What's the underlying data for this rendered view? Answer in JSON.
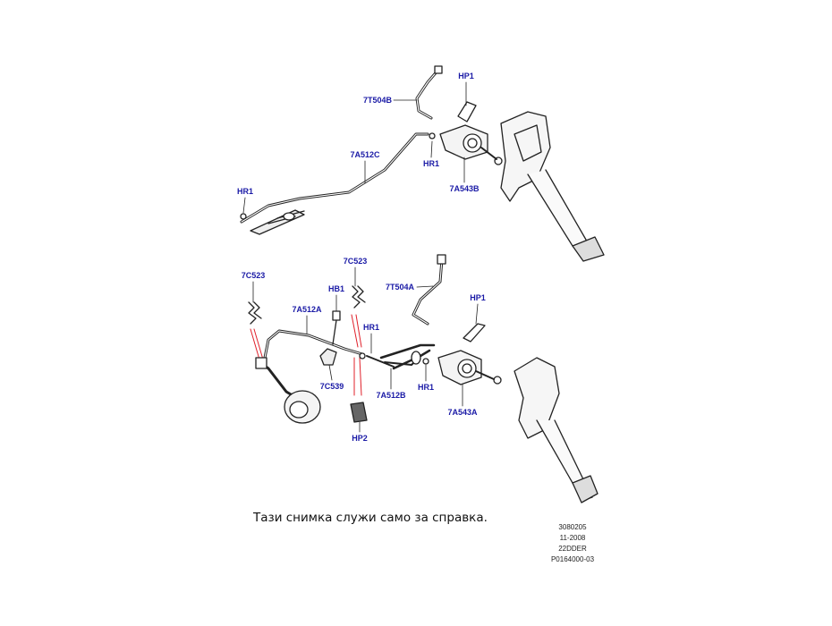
{
  "diagram": {
    "upper_assembly": {
      "callouts": [
        "7T504B",
        "HP1",
        "7A512C",
        "HR1",
        "HR1",
        "7A543B"
      ]
    },
    "lower_assembly": {
      "callouts": [
        "7C523",
        "7C523",
        "HB1",
        "7A512A",
        "7T504A",
        "HP1",
        "HR1",
        "7C539",
        "7A512B",
        "HR1",
        "7A543A",
        "HP2"
      ]
    },
    "colors": {
      "callout": "#1a1aa6",
      "leader_red": "#e0202a",
      "line_art": "#222222"
    }
  },
  "disclaimer": "Тази снимка служи само за справка.",
  "reference_codes": [
    "3080205",
    "11-2008",
    "22DDER",
    "P0164000-03"
  ]
}
